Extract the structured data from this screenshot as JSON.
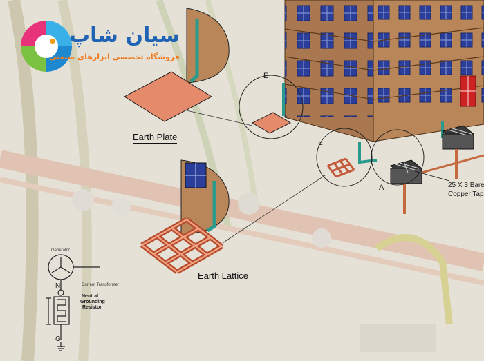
{
  "logo": {
    "title": "سیان شاپ",
    "subtitle": "فروشگاه تخصصی ابزارهای صنعتی",
    "colors": [
      "#e8327a",
      "#3ab0e8",
      "#7cc242",
      "#f39c12"
    ]
  },
  "labels": {
    "earth_plate": "Earth Plate",
    "earth_lattice": "Earth Lattice",
    "detail_e": "E",
    "detail_f": "F",
    "detail_a": "A",
    "tape_line1": "25 X 3 Bare",
    "tape_line2": "Copper Tap"
  },
  "generator_diagram": {
    "generator": "Generator",
    "neutral": "N",
    "current_transformer": "Current Transformer",
    "resistor_line1": "Neutral",
    "resistor_line2": "Grounding",
    "resistor_line3": "Resistor",
    "ground": "G"
  },
  "colors": {
    "copper": "#e58a6a",
    "brick": "#a97850",
    "window": "#2b3f9a",
    "conductor": "#2a9a8c",
    "background": "#e9e5dc"
  }
}
